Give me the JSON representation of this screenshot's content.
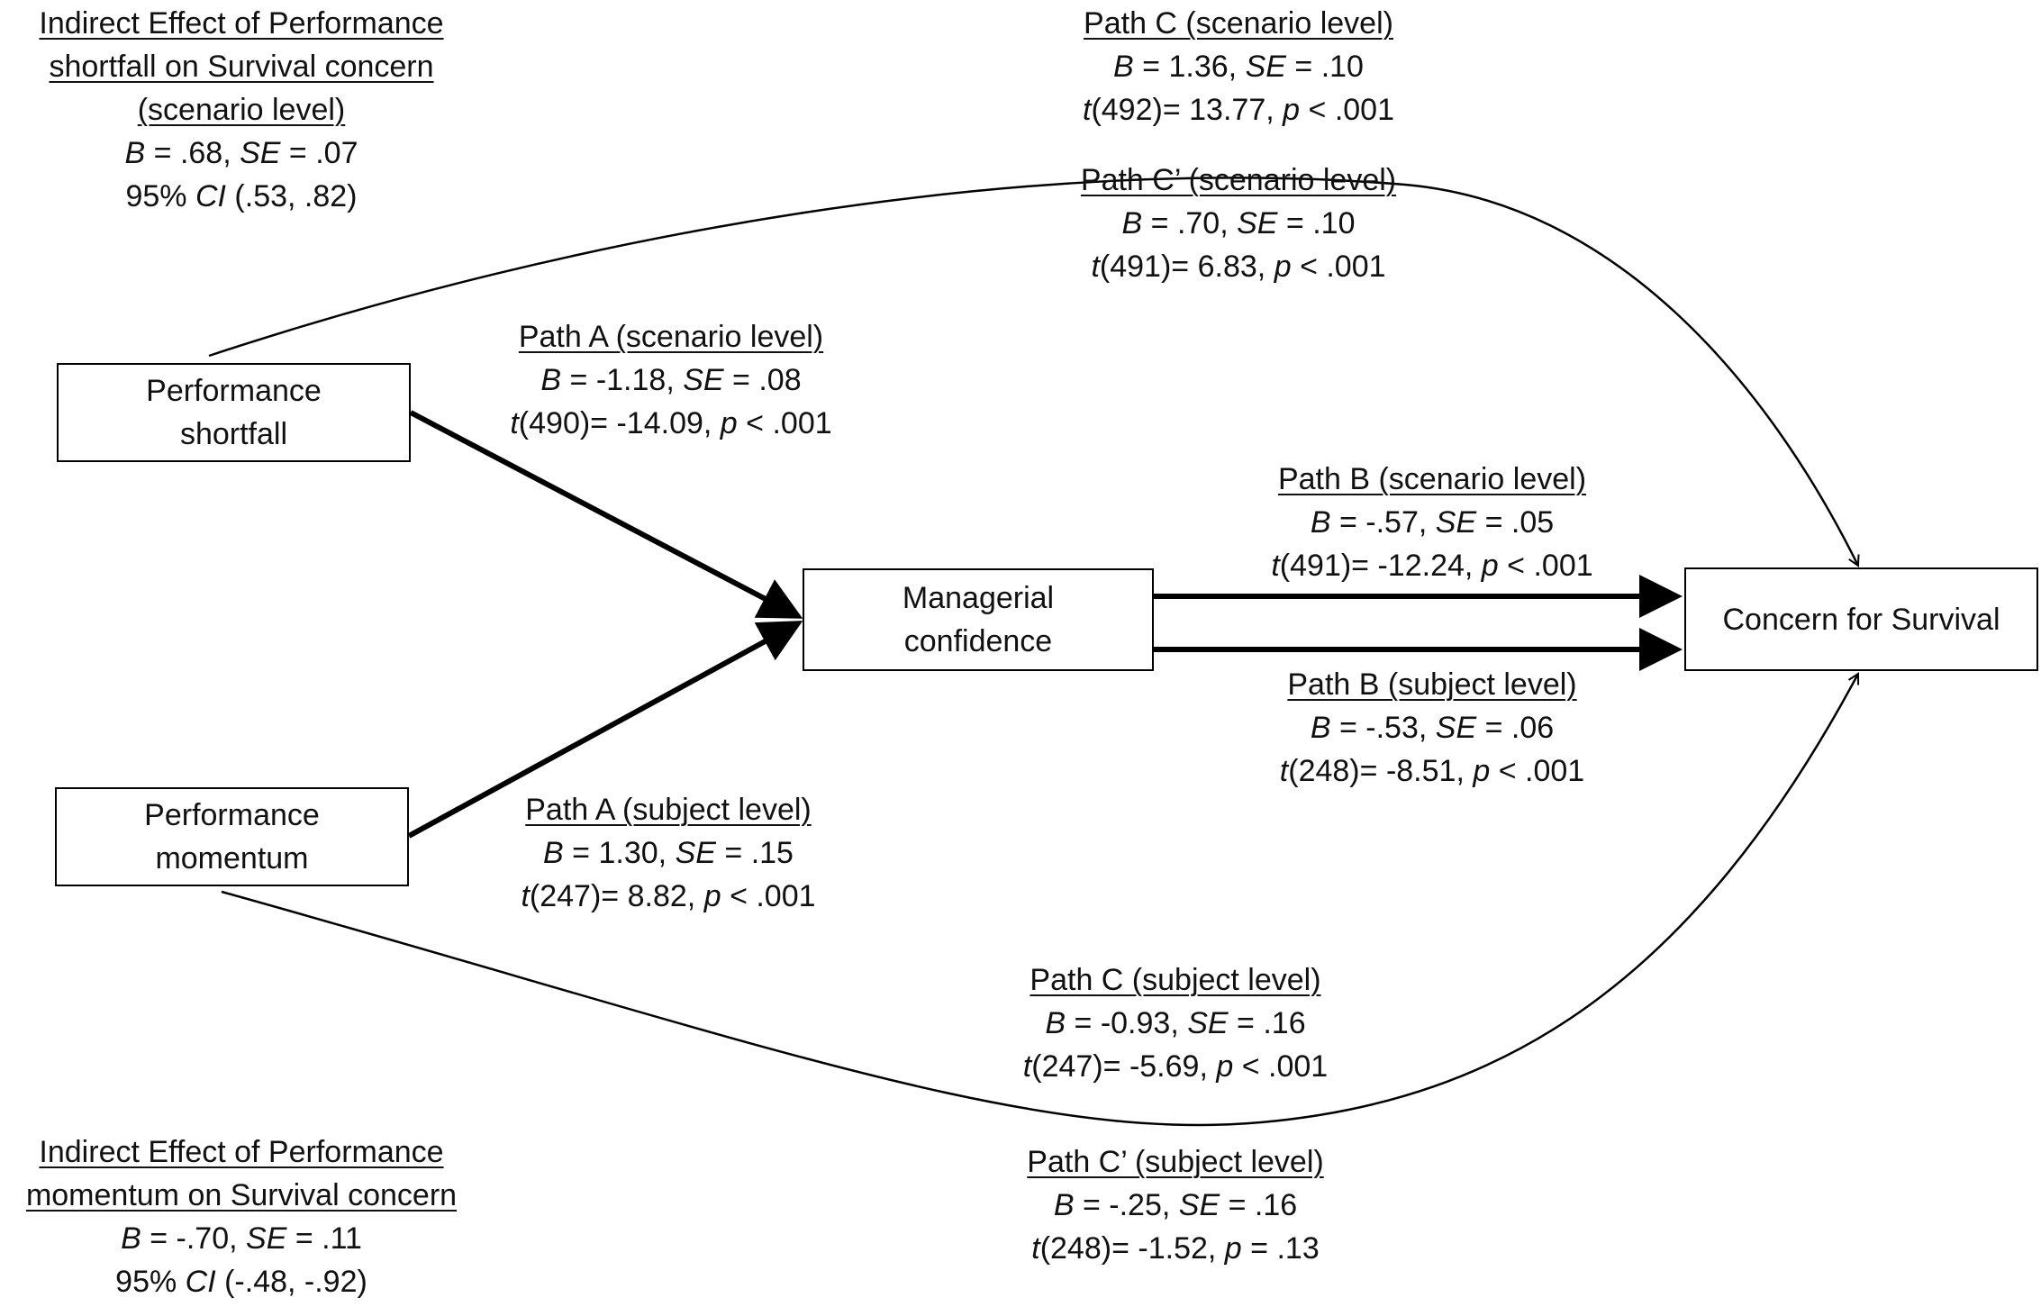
{
  "nodes": {
    "shortfall": "Performance\nshortfall",
    "momentum": "Performance\nmomentum",
    "confidence": "Managerial\nconfidence",
    "survival": "Concern for Survival"
  },
  "indirect_shortfall": {
    "title_lines": [
      "Indirect Effect of Performance",
      "shortfall on Survival concern",
      "(scenario level)"
    ],
    "stat": {
      "b": ".68",
      "se": ".07"
    },
    "ci": "(.53, .82)"
  },
  "indirect_momentum": {
    "title_lines": [
      "Indirect Effect of Performance",
      "momentum on Survival concern"
    ],
    "stat": {
      "b": "-.70",
      "se": ".11"
    },
    "ci": "(-.48, -.92)"
  },
  "paths": {
    "c_scenario": {
      "title": "Path C (scenario level)",
      "b": "1.36",
      "se": ".10",
      "df": "(492)",
      "tval": "13.77",
      "pcmp": "< .001"
    },
    "cprime_scenario": {
      "title": "Path C’ (scenario level)",
      "b": ".70",
      "se": ".10",
      "df": "(491)",
      "tval": "6.83",
      "pcmp": "< .001"
    },
    "a_scenario": {
      "title": "Path A (scenario level)",
      "b": "-1.18",
      "se": ".08",
      "df": "(490)",
      "tval": "-14.09",
      "pcmp": "< .001"
    },
    "b_scenario": {
      "title": "Path B (scenario level)",
      "b": "-.57",
      "se": ".05",
      "df": "(491)",
      "tval": "-12.24",
      "pcmp": "< .001"
    },
    "b_subject": {
      "title": "Path B (subject level)",
      "b": "-.53",
      "se": ".06",
      "df": "(248)",
      "tval": "-8.51",
      "pcmp": "< .001"
    },
    "a_subject": {
      "title": "Path A (subject level)",
      "b": "1.30",
      "se": ".15",
      "df": "(247)",
      "tval": "8.82",
      "pcmp": "< .001"
    },
    "c_subject": {
      "title": "Path C (subject level)",
      "b": "-0.93",
      "se": ".16",
      "df": "(247)",
      "tval": "-5.69",
      "pcmp": "< .001"
    },
    "cprime_subject": {
      "title": "Path C’ (subject level)",
      "b": "-.25",
      "se": ".16",
      "df": "(248)",
      "tval": "-1.52",
      "pcmp": "= .13"
    }
  }
}
